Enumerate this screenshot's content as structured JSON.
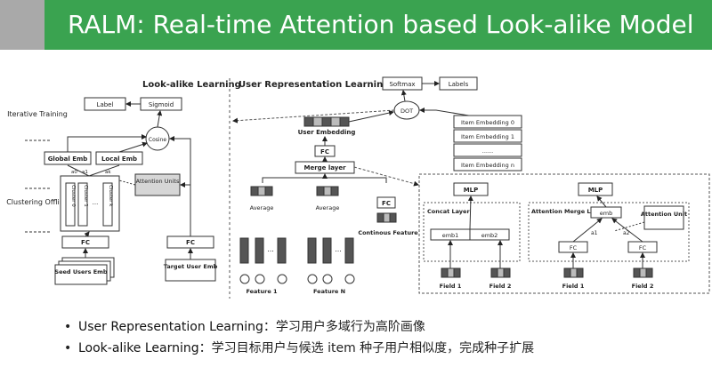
{
  "title": "RALM: Real-time Attention based Look-alike Model",
  "diagram": {
    "left": {
      "heading": "Look-alike Learning",
      "label": "Label",
      "sigmoid": "Sigmoid",
      "cosine": "Cosine",
      "global_emb": "Global Emb",
      "local_emb": "Local Emb",
      "attention_units": "Attention Units",
      "clusters": [
        "Cluster 0",
        "Cluster 1",
        "...",
        "Cluster k"
      ],
      "weights": [
        "a0",
        "a1",
        "ak"
      ],
      "fc_left": "FC",
      "fc_right": "FC",
      "seed_users": "Seed Users Emb",
      "target_user": "Target User Emb",
      "iterative_training": "Iterative Training",
      "clustering_offline": "Clustering Offline"
    },
    "right": {
      "heading": "User Representation Learning",
      "softmax": "Softmax",
      "labels": "Labels",
      "dot": "DOT",
      "item_embeddings": [
        "Item Embedding 0",
        "Item Embedding 1",
        "......",
        "Item Embedding n"
      ],
      "user_embedding": "User Embedding",
      "fc_top": "FC",
      "merge_layer": "Merge layer",
      "average_1": "Average",
      "average_n": "Average",
      "fc_cont": "FC",
      "feature_1": "Feature 1",
      "feature_n": "Feature N",
      "continuous_feature": "Continous Feature",
      "ellipsis": "...",
      "concat_box": {
        "mlp": "MLP",
        "title": "Concat Layer",
        "emb1": "emb1",
        "emb2": "emb2",
        "field1": "Field 1",
        "field2": "Field 2"
      },
      "attn_box": {
        "mlp": "MLP",
        "title": "Attention Merge Layer",
        "emb": "emb",
        "unit": "Attention Unit",
        "a1": "a1",
        "a2": "a2",
        "fc1": "FC",
        "fc2": "FC",
        "field1": "Field 1",
        "field2": "Field 2"
      }
    }
  },
  "bullets": [
    {
      "term": "User Representation Learning",
      "desc": "：学习用户多域行为高阶画像"
    },
    {
      "term": "Look-alike Learning",
      "desc": "：学习目标用户与候选 item 种子用户相似度，完成种子扩展"
    }
  ]
}
